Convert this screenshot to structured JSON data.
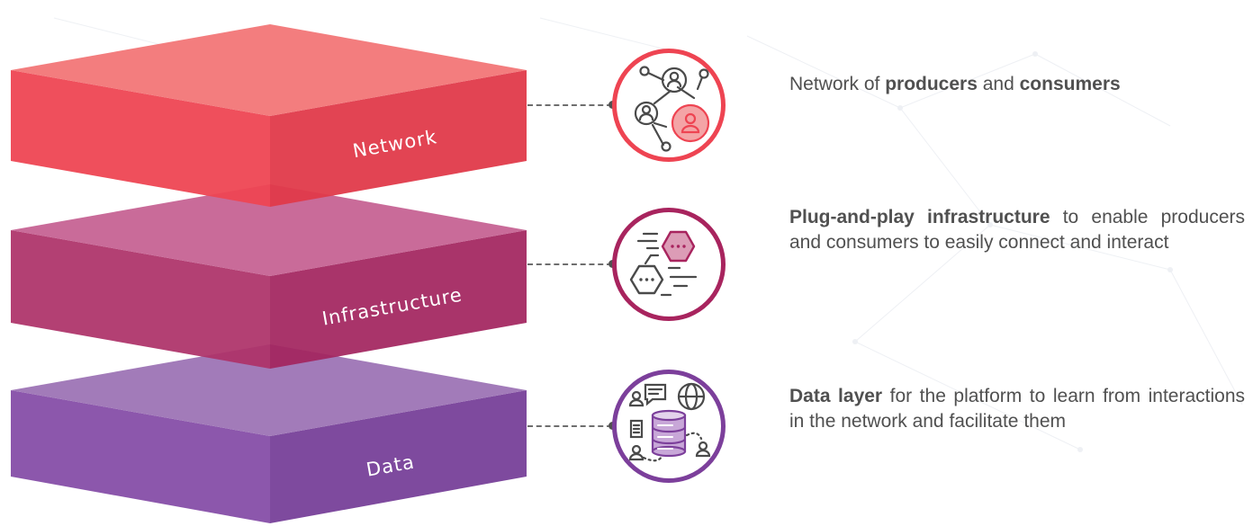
{
  "layers": [
    {
      "label": "Network",
      "color": "#ef4d57"
    },
    {
      "label": "Infrastructure",
      "color": "#b03069"
    },
    {
      "label": "Data",
      "color": "#8752a8"
    }
  ],
  "descriptions": {
    "network": {
      "t1": "Network of ",
      "b1": "producers",
      "t2": " and ",
      "b2": "consumers"
    },
    "infrastructure": {
      "b1": "Plug-and-play infrastructure",
      "t1": " to enable producers and consumers to easily connect and interact"
    },
    "data": {
      "b1": "Data layer",
      "t1": " for the platform to learn from interactions in the network and facilitate them"
    }
  },
  "icons": [
    "network-people-icon",
    "hexagon-chat-icon",
    "database-people-icon"
  ]
}
